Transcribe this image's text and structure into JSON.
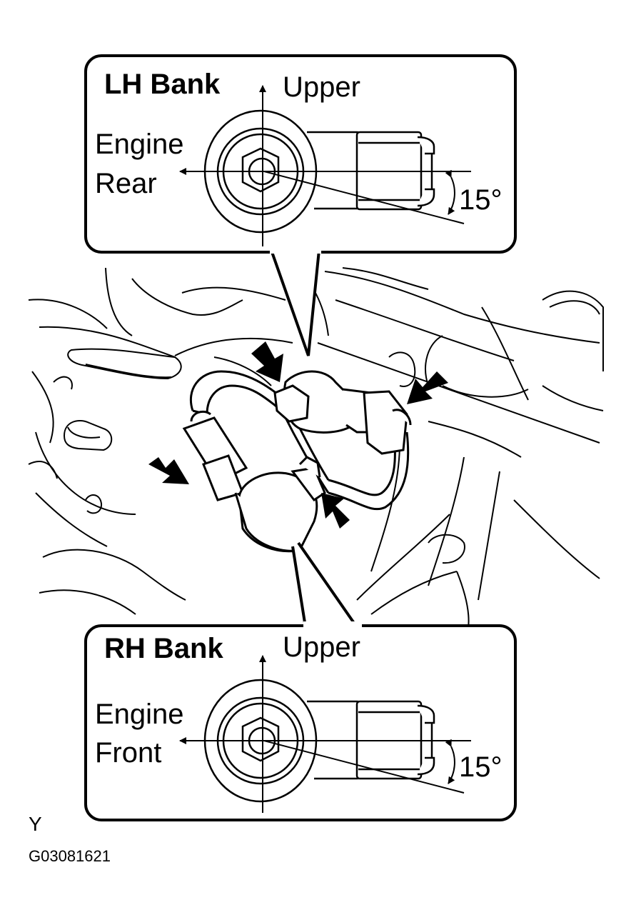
{
  "lh_panel": {
    "bank": "LH Bank",
    "up_label": "Upper",
    "dir_line1": "Engine",
    "dir_line2": "Rear",
    "angle": "15°"
  },
  "rh_panel": {
    "bank": "RH Bank",
    "up_label": "Upper",
    "dir_line1": "Engine",
    "dir_line2": "Front",
    "angle": "15°"
  },
  "footer": {
    "code_letter": "Y",
    "figure_id": "G03081621"
  },
  "colors": {
    "ink": "#000000",
    "paper": "#ffffff"
  }
}
